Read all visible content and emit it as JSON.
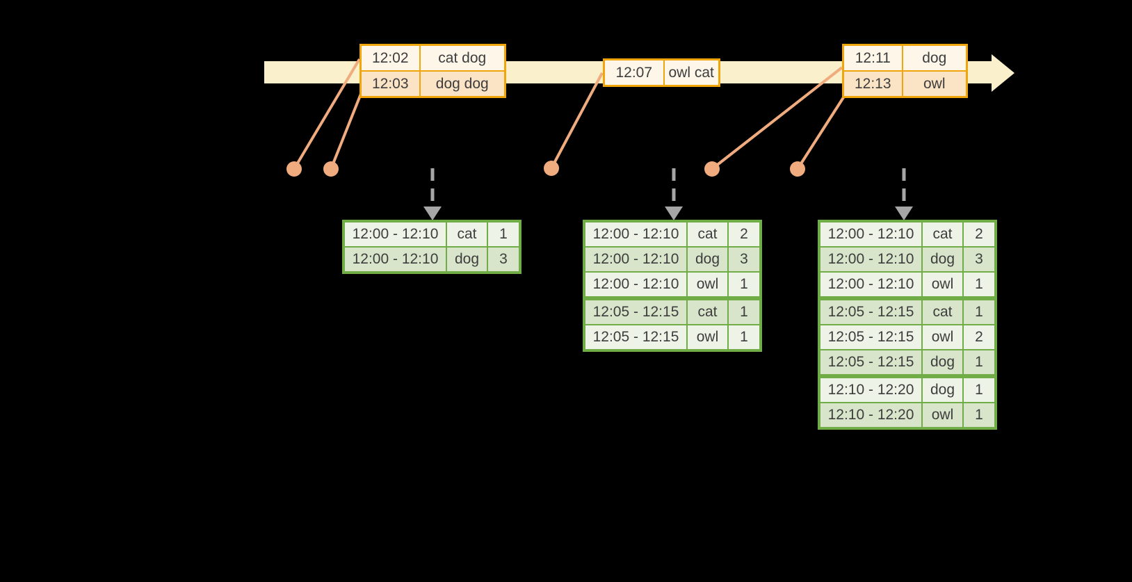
{
  "colors": {
    "background": "#000000",
    "timeline": "#FAF0CB",
    "event_border": "#F0A50A",
    "event_row_odd": "#FBE3C5",
    "event_row_even": "#FDF6E9",
    "connector": "#F0AC7E",
    "result_border": "#70AD47",
    "result_row_odd": "#D9E5CB",
    "result_row_even": "#EEF3E8",
    "arrow_gray": "#A6A6A6",
    "text": "#3D3D3D"
  },
  "icons": {
    "timeline_arrow": "thick-right-arrow",
    "connector_dot": "filled-circle",
    "trigger_arrow": "dashed-down-arrow"
  },
  "event_tables": [
    {
      "rows": [
        [
          "12:02",
          "cat dog"
        ],
        [
          "12:03",
          "dog dog"
        ]
      ]
    },
    {
      "rows": [
        [
          "12:07",
          "owl cat"
        ]
      ]
    },
    {
      "rows": [
        [
          "12:11",
          "dog"
        ],
        [
          "12:13",
          "owl"
        ]
      ]
    }
  ],
  "result_tables": [
    {
      "group_starts": [],
      "rows": [
        [
          "12:00 - 12:10",
          "cat",
          "1"
        ],
        [
          "12:00 - 12:10",
          "dog",
          "3"
        ]
      ]
    },
    {
      "group_starts": [
        3
      ],
      "rows": [
        [
          "12:00 - 12:10",
          "cat",
          "2"
        ],
        [
          "12:00 - 12:10",
          "dog",
          "3"
        ],
        [
          "12:00 - 12:10",
          "owl",
          "1"
        ],
        [
          "12:05 - 12:15",
          "cat",
          "1"
        ],
        [
          "12:05 - 12:15",
          "owl",
          "1"
        ]
      ]
    },
    {
      "group_starts": [
        3,
        6
      ],
      "rows": [
        [
          "12:00 - 12:10",
          "cat",
          "2"
        ],
        [
          "12:00 - 12:10",
          "dog",
          "3"
        ],
        [
          "12:00 - 12:10",
          "owl",
          "1"
        ],
        [
          "12:05 - 12:15",
          "cat",
          "1"
        ],
        [
          "12:05 - 12:15",
          "owl",
          "2"
        ],
        [
          "12:05 - 12:15",
          "dog",
          "1"
        ],
        [
          "12:10 - 12:20",
          "dog",
          "1"
        ],
        [
          "12:10 - 12:20",
          "owl",
          "1"
        ]
      ]
    }
  ]
}
